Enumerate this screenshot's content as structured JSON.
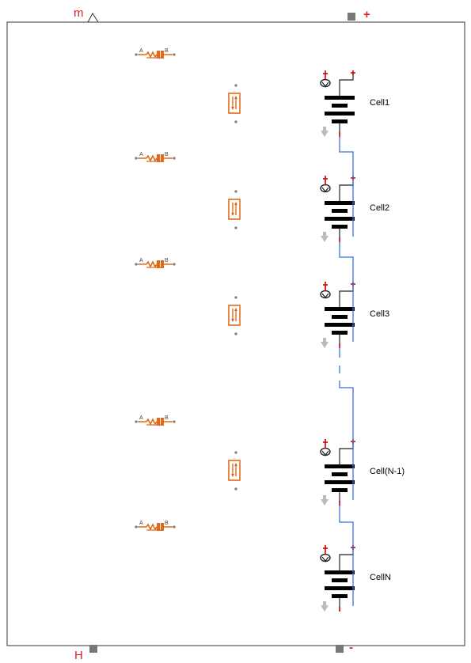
{
  "ports": {
    "m": {
      "label": "m"
    },
    "plus": {
      "label": "+"
    },
    "H": {
      "label": "H"
    },
    "minus": {
      "label": "-"
    }
  },
  "thermal_block_labels": {
    "a": "A",
    "b": "B"
  },
  "cells": [
    {
      "label": "Cell1"
    },
    {
      "label": "Cell2"
    },
    {
      "label": "Cell3"
    },
    {
      "label": "Cell(N-1)"
    },
    {
      "label": "CellN"
    }
  ],
  "colors": {
    "port_text": "#e02020",
    "component": "#e06a1a",
    "wire": "#3d6fd8",
    "battery": "#000000",
    "border": "#333333",
    "gray_arrow": "#bbbbbb"
  }
}
